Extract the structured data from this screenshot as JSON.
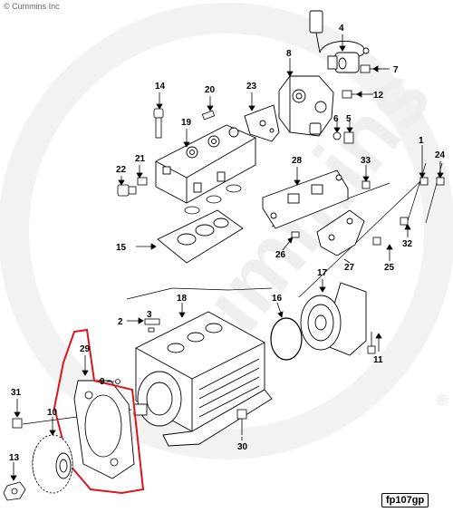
{
  "copyright": "© Cummins Inc",
  "watermark": "Cummins",
  "registered_mark": "®",
  "figure_code": "fp107gp",
  "callouts": {
    "c1": "1",
    "c2": "2",
    "c3": "3",
    "c4": "4",
    "c5": "5",
    "c6": "6",
    "c7": "7",
    "c8": "8",
    "c9": "9",
    "c10": "10",
    "c11": "11",
    "c12": "12",
    "c13": "13",
    "c14": "14",
    "c15": "15",
    "c16": "16",
    "c17": "17",
    "c18": "18",
    "c19": "19",
    "c20": "20",
    "c21": "21",
    "c22": "22",
    "c23": "23",
    "c24": "24",
    "c25": "25",
    "c26": "26",
    "c27": "27",
    "c28": "28",
    "c29": "29",
    "c30": "30",
    "c31": "31",
    "c32": "32",
    "c33": "33"
  },
  "colors": {
    "highlight": "#d9161e",
    "line": "#000000",
    "watermark": "#efefef"
  }
}
